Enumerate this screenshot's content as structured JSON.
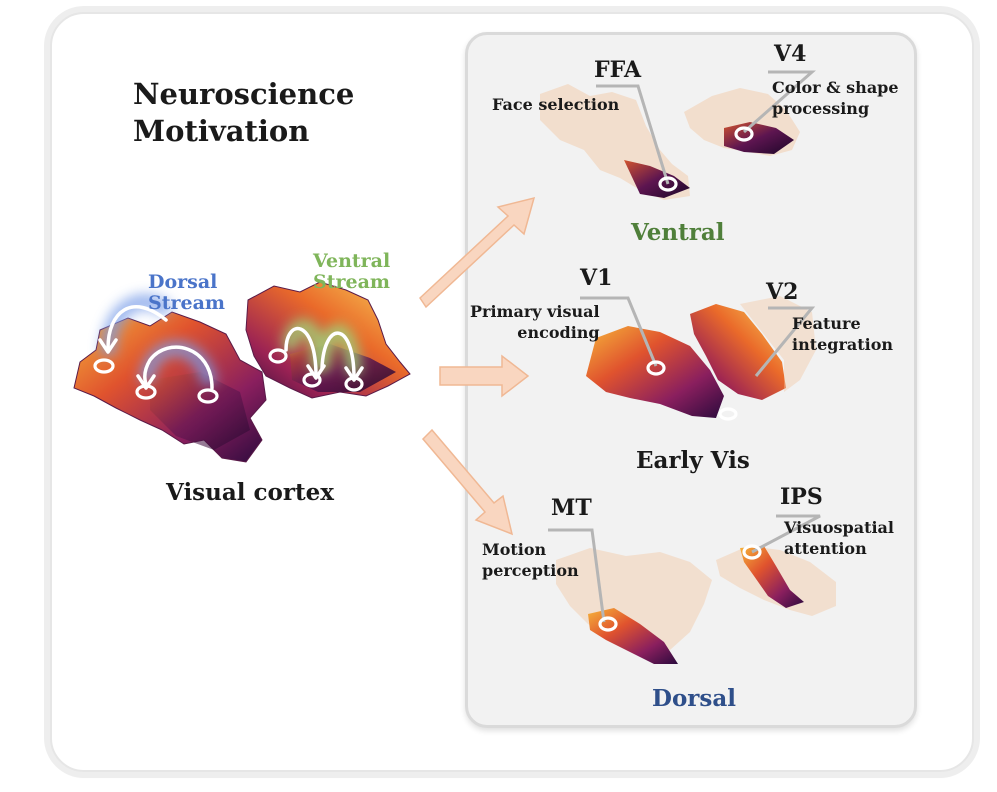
{
  "title": "Neuroscience\nMotivation",
  "left": {
    "dorsal_stream": "Dorsal\nStream",
    "ventral_stream": "Ventral\nStream",
    "caption": "Visual cortex"
  },
  "groups": {
    "ventral": {
      "label": "Ventral",
      "color": "#4f7f3a",
      "regions": [
        {
          "name": "FFA",
          "desc": "Face selection"
        },
        {
          "name": "V4",
          "desc": "Color & shape\nprocessing"
        }
      ]
    },
    "early": {
      "label": "Early Vis",
      "color": "#1a1a1a",
      "regions": [
        {
          "name": "V1",
          "desc": "Primary visual\nencoding"
        },
        {
          "name": "V2",
          "desc": "Feature\nintegration"
        }
      ]
    },
    "dorsal": {
      "label": "Dorsal",
      "color": "#2f4f8a",
      "regions": [
        {
          "name": "MT",
          "desc": "Motion\nperception"
        },
        {
          "name": "IPS",
          "desc": "Visuospatial\nattention"
        }
      ]
    }
  },
  "colors": {
    "dorsal_glow": "#7a9ee8",
    "ventral_glow": "#9fd77a",
    "arrow_fill": "#f9d6c0",
    "arrow_stroke": "#f0b894",
    "leader_line": "#b5b5b5"
  }
}
